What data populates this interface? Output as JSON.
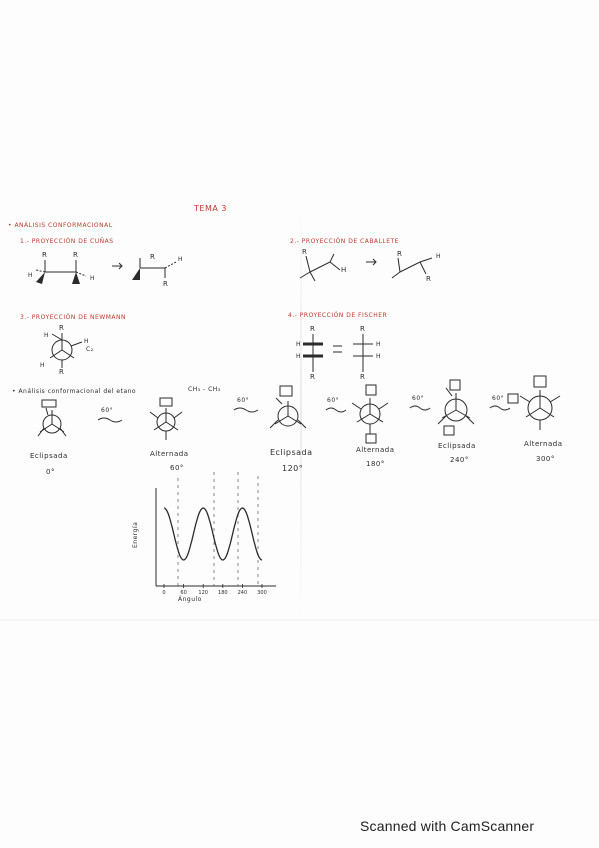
{
  "header": {
    "title": "TEMA 3"
  },
  "sections": {
    "main_heading": "• ANÁLISIS CONFORMACIONAL",
    "s1": "1.- PROYECCIÓN DE CUÑAS",
    "s2": "2.- PROYECCIÓN DE CABALLETE",
    "s3": "3.- PROYECCIÓN DE NEWMANN",
    "s4": "4.- PROYECCIÓN DE FISCHER"
  },
  "analysis": {
    "heading": "• Análisis conformacional del etano",
    "formula": "CH₃ - CH₃",
    "rotation_label": "60°",
    "conformations": [
      {
        "name": "Eclipsada",
        "angle": "0°"
      },
      {
        "name": "Alternada",
        "angle": "60°"
      },
      {
        "name": "Eclipsada",
        "angle": "120°"
      },
      {
        "name": "Alternada",
        "angle": "180°"
      },
      {
        "name": "Eclipsada",
        "angle": "240°"
      },
      {
        "name": "Alternada",
        "angle": "300°"
      }
    ]
  },
  "chart_data": {
    "type": "line",
    "ylabel": "Energía",
    "xlabel": "Ángulo",
    "x_ticks": [
      "0",
      "60",
      "120",
      "180",
      "240",
      "300"
    ],
    "x": [
      0,
      60,
      120,
      180,
      240,
      300
    ],
    "values": [
      1,
      0,
      1,
      0,
      1,
      0
    ]
  },
  "atoms": {
    "R": "R",
    "H": "H",
    "C": "C₂"
  },
  "footer": {
    "watermark": "Scanned with CamScanner"
  }
}
